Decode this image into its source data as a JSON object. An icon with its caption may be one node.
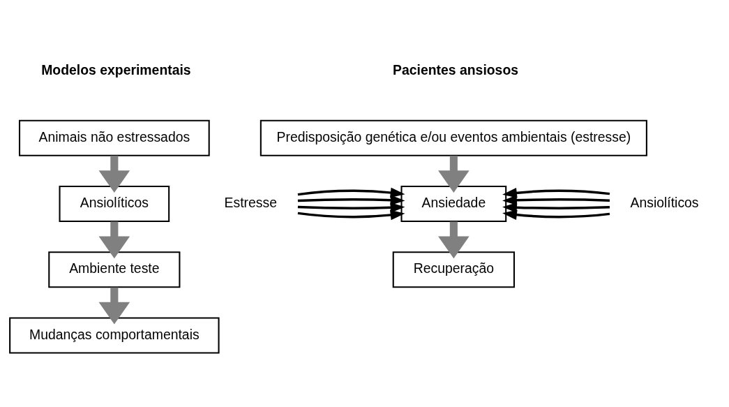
{
  "diagram": {
    "nodes": [
      {
        "text": [
          "Animais não estressados"
        ]
      },
      {
        "text": [
          "Ansiolíticos"
        ]
      },
      {
        "text": [
          "Ambiente teste"
        ]
      },
      {
        "text": [
          "Mudanças comportamentais"
        ]
      },
      {
        "text": [
          "Predisposição genética e/ou eventos ambientais (estresse)"
        ]
      },
      {
        "text": [
          "Ansiedade"
        ]
      },
      {
        "text": [
          "Recuperação"
        ]
      },
      {
        "text": [
          "Estresse"
        ]
      },
      {
        "text": [
          "Ansiolíticos"
        ]
      }
    ],
    "edges": [
      {
        "from": 0,
        "to": 1,
        "arrow": "to",
        "style": "thick",
        "color": "#808080"
      },
      {
        "from": 1,
        "to": 2,
        "arrow": "to",
        "style": "thick",
        "color": "#808080"
      },
      {
        "from": 2,
        "to": 3,
        "arrow": "to",
        "style": "thick",
        "color": "#808080"
      },
      {
        "from": 4,
        "to": 5,
        "arrow": "to",
        "style": "thick",
        "color": "#808080"
      },
      {
        "from": 5,
        "to": 6,
        "arrow": "to",
        "style": "thick",
        "color": "#808080"
      },
      {
        "from": 7,
        "to": 5,
        "arrow": "to"
      },
      {
        "from": 7,
        "to": 5,
        "arrow": "to"
      },
      {
        "from": 7,
        "to": 5,
        "arrow": "to"
      },
      {
        "from": 7,
        "to": 5,
        "arrow": "to"
      },
      {
        "from": 8,
        "to": 5,
        "arrow": "to"
      },
      {
        "from": 8,
        "to": 5,
        "arrow": "to"
      },
      {
        "from": 8,
        "to": 5,
        "arrow": "to"
      },
      {
        "from": 8,
        "to": 5,
        "arrow": "to"
      }
    ],
    "labels": [
      "Modelos experimentais",
      "Pacientes ansiosos"
    ]
  }
}
